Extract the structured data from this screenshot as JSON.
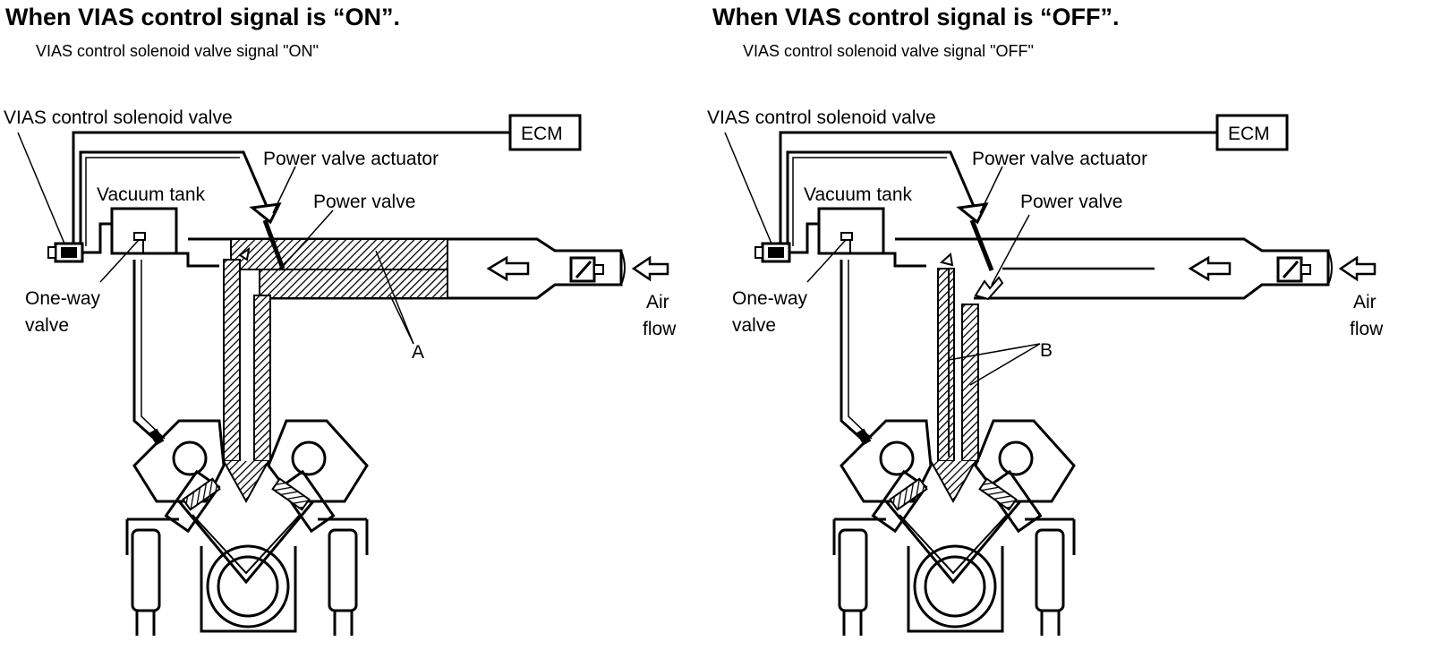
{
  "panels": [
    {
      "title": "When VIAS control signal is “ON”.",
      "subtitle": "VIAS control solenoid valve signal \"ON\"",
      "labels": {
        "solenoid": "VIAS control solenoid valve",
        "ecm": "ECM",
        "actuator": "Power valve actuator",
        "vacuum_tank": "Vacuum tank",
        "power_valve": "Power valve",
        "one_way_1": "One-way",
        "one_way_2": "valve",
        "air_1": "Air",
        "air_2": "flow",
        "letter": "A"
      }
    },
    {
      "title": "When VIAS control signal is “OFF”.",
      "subtitle": "VIAS control solenoid valve signal \"OFF\"",
      "labels": {
        "solenoid": "VIAS control solenoid valve",
        "ecm": "ECM",
        "actuator": "Power valve actuator",
        "vacuum_tank": "Vacuum tank",
        "power_valve": "Power valve",
        "one_way_1": "One-way",
        "one_way_2": "valve",
        "air_1": "Air",
        "air_2": "flow",
        "letter": "B"
      }
    }
  ]
}
